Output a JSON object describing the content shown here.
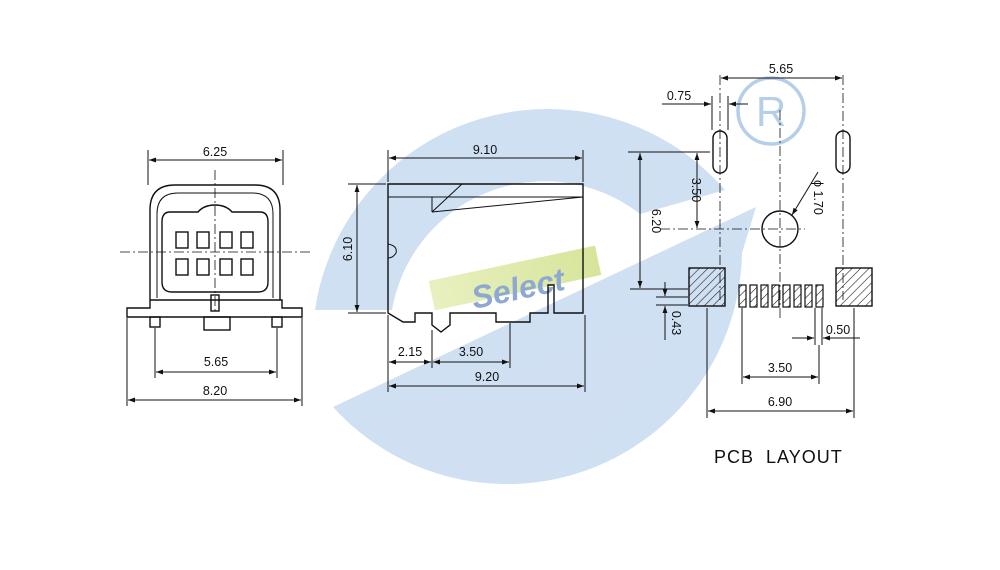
{
  "views": {
    "front": {
      "width_top": "6.25",
      "pitch": "5.65",
      "width_overall": "8.20"
    },
    "side": {
      "length_top": "9.10",
      "height": "6.10",
      "offset": "2.15",
      "pin_spacing": "3.50",
      "length_overall": "9.20"
    },
    "pcb": {
      "slot_spacing": "5.65",
      "slot_width": "0.75",
      "slot_to_hole": "3.50",
      "hole_diameter": "1.70",
      "hole_symbol": "ϕ",
      "hole_to_pads": "6.20",
      "pad_height": "0.43",
      "pad_width": "0.50",
      "pad_span": "3.50",
      "overall_span": "6.90",
      "title": "PCB  LAYOUT"
    }
  },
  "watermark": {
    "logo_text": "Select",
    "registered_mark": "R",
    "colors": {
      "ring": "#cfe0f2",
      "mark": "#b6cfe9"
    }
  }
}
